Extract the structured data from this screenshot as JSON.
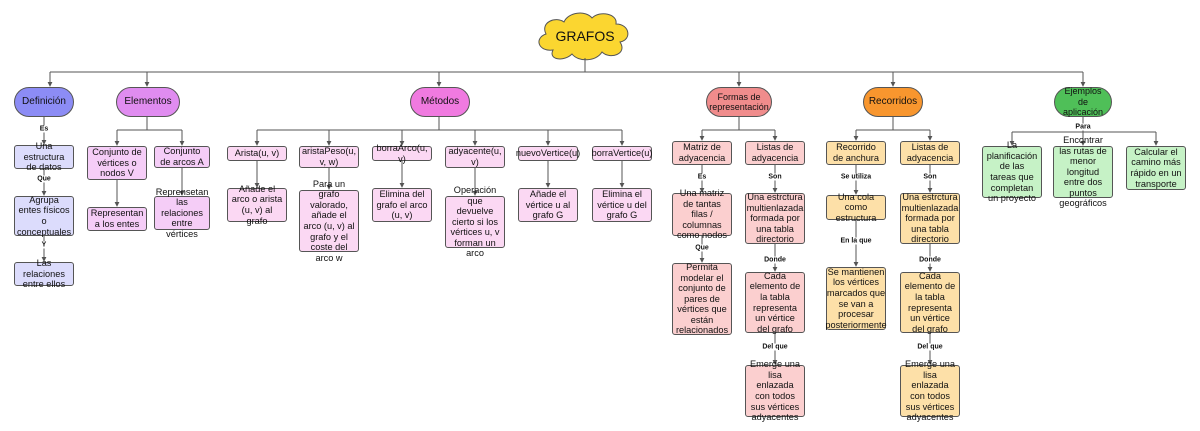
{
  "root": {
    "title": "GRAFOS"
  },
  "categories": {
    "definicion": "Definición",
    "elementos": "Elementos",
    "metodos": "Métodos",
    "formas": "Formas de representación",
    "recorridos": "Recorridos",
    "ejemplos": "Ejemplos de aplicación"
  },
  "definicion": {
    "n1": "Una estructura de datos",
    "n2": "Agrupa entes físicos o conceptuales",
    "n3": "Las relaciones entre ellos",
    "l1": "Es",
    "l2": "Que",
    "l3": "Y"
  },
  "elementos": {
    "a1": "Conjunto de vértices o nodos V",
    "a2": "Representan a los entes",
    "b1": "Conjunto de arcos A",
    "b2": "Reprensetan las relaciones entre vértices"
  },
  "metodos": {
    "m1": "Arista(u, v)",
    "m1d": "Añade el arco o arista (u, v) al grafo",
    "m2": "aristaPeso(u, v, w)",
    "m2d": "Para un grafo valorado, añade el arco (u, v) al grafo y el coste del arco w",
    "m3": "borraArco(u, v)",
    "m3d": "Elimina del grafo el arco (u, v)",
    "m4": "adyacente(u, v)",
    "m4d": "Operación que devuelve cierto si los vértices u, v forman un arco",
    "m5": "nuevoVertice(u)",
    "m5d": "Añade el vértice u al grafo G",
    "m6": "borraVertice(u)",
    "m6d": "Elimina el vértice u del grafo G"
  },
  "formas": {
    "matriz": "Matriz de adyacencia",
    "matriz_l1": "Es",
    "matriz_d1": "Una matriz de tantas filas / columnas como nodos",
    "matriz_l2": "Que",
    "matriz_d2": "Permita modelar el conjunto de pares de vértices que están relacionados",
    "listas": "Listas de adyacencia",
    "listas_l1": "Son",
    "listas_d1": "Una estrctura multienlazada formada por una tabla directorio",
    "listas_l2": "Donde",
    "listas_d2": "Cada elemento de la tabla representa un vértice del grafo",
    "listas_l3": "Del que",
    "listas_d3": "Emerge una lisa enlazada con todos sus vértices adyacentes"
  },
  "recorridos": {
    "anch": "Recorrido de anchura",
    "anch_l1": "Se utiliza",
    "anch_d1": "Una cola como estructura",
    "anch_l2": "En la que",
    "anch_d2": "Se mantienen los vértices marcados que se van a procesar posteriormente",
    "listas": "Listas de adyacencia",
    "listas_l1": "Son",
    "listas_d1": "Una estrctura multienlazada formada por una tabla directorio",
    "listas_l2": "Donde",
    "listas_d2": "Cada elemento de la tabla representa un vértice del grafo",
    "listas_l3": "Del que",
    "listas_d3": "Emerge una lisa enlazada con todos sus vértices adyacentes"
  },
  "ejemplos": {
    "label": "Para",
    "e1": "La planificación de las tareas que completan un proyecto",
    "e2": "Encontrar las rutas de menor longitud entre dos puntos geográficos",
    "e3": "Calcular el camino más rápido en un transporte"
  },
  "colors": {
    "definicion": "#8c8cf5",
    "elementos": "#e08cf0",
    "metodos": "#f07ae0",
    "formas": "#f08c8c",
    "recorridos": "#f8962e",
    "ejemplos": "#4fbf58",
    "cloud": "#fbd630"
  }
}
